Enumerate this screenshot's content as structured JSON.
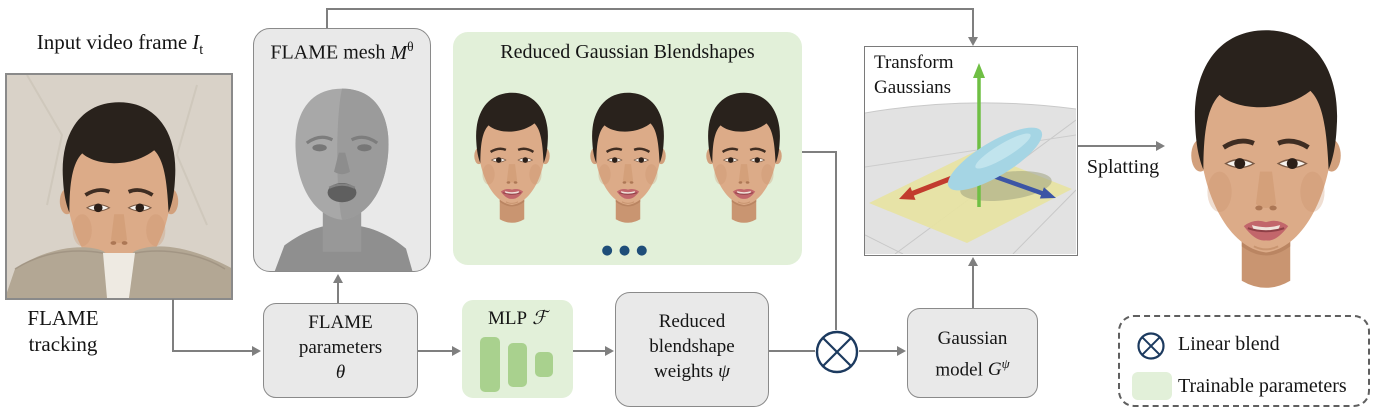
{
  "figure": {
    "input": {
      "label_text": "Input video frame",
      "label_math": "I",
      "label_sub": "t"
    },
    "flame_tracking": {
      "line1": "FLAME",
      "line2": "tracking"
    },
    "flame_mesh": {
      "title_text": "FLAME mesh",
      "title_math": "M",
      "title_sup": "θ"
    },
    "blendshapes": {
      "title": "Reduced Gaussian Blendshapes",
      "ellipsis": "●●●"
    },
    "transform_gaussians": {
      "line1": "Transform",
      "line2": "Gaussians"
    },
    "splatting_label": "Splatting",
    "flame_parameters": {
      "line1": "FLAME",
      "line2": "parameters",
      "math": "θ"
    },
    "mlp": {
      "label": "MLP",
      "math": "ℱ"
    },
    "reduced_weights": {
      "line1": "Reduced",
      "line2": "blendshape",
      "line3_text": "weights",
      "line3_math": "ψ"
    },
    "gaussian_model": {
      "line1": "Gaussian",
      "line2_text": "model",
      "line2_math": "G",
      "line2_sup": "ψ"
    },
    "legend": {
      "linear_blend": "Linear blend",
      "trainable_parameters": "Trainable parameters"
    }
  },
  "icons": {
    "otimes": "circle-with-x (linear blend operator)",
    "trainable_swatch": "light-green rounded square",
    "ellipsis": "three dark-blue dots",
    "axes": "red/green/blue 3D axis arrows with cyan gaussian ellipsoid"
  },
  "colors": {
    "gray_box_fill": "#e9e9e9",
    "gray_box_border": "#8a8a8a",
    "green_fill": "#e2f0d9",
    "green_bar": "#a9d18e",
    "connector": "#7f7f7f",
    "operator_navy": "#1c3a5f",
    "ellipsis_blue": "#1f4e79",
    "axis_red": "#c23b2e",
    "axis_green": "#6fbf44",
    "axis_blue": "#3c55a5",
    "ellipsoid_cyan": "#a5d5e4",
    "plane_yellow": "#e7e3a3"
  }
}
